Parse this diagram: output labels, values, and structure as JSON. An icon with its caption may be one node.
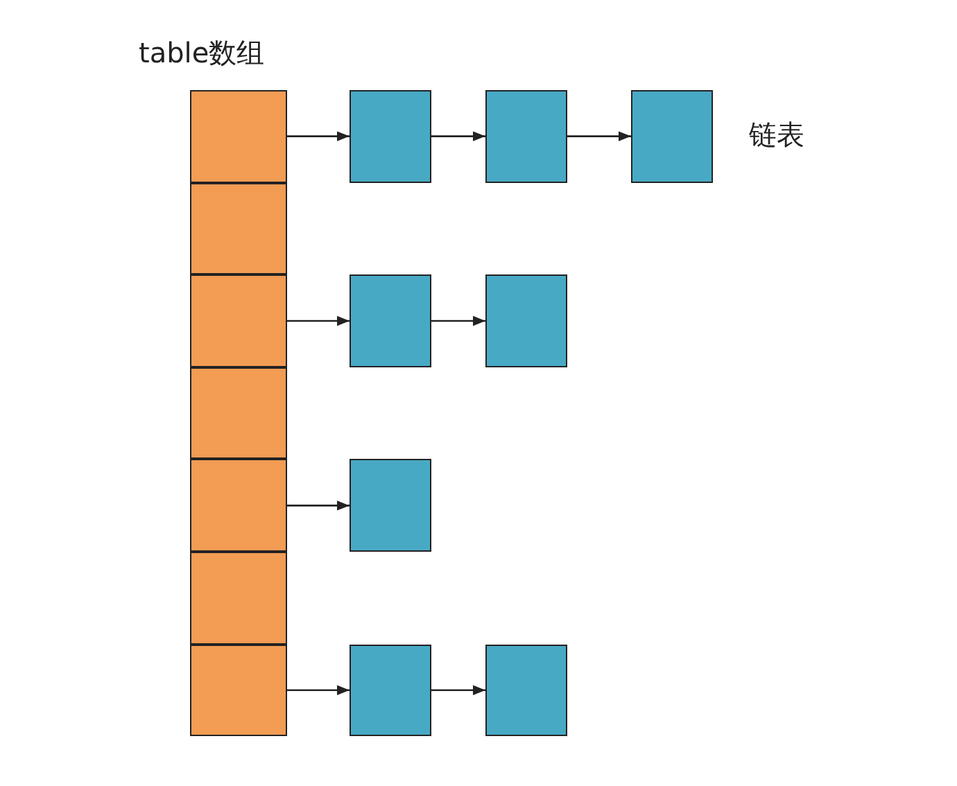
{
  "diagram": {
    "nodes": [
      {
        "text": [],
        "shape": "box"
      },
      {
        "text": [],
        "shape": "box"
      },
      {
        "text": [],
        "shape": "box"
      },
      {
        "text": [],
        "shape": "box"
      },
      {
        "text": [],
        "shape": "box"
      },
      {
        "text": [],
        "shape": "box"
      },
      {
        "text": [],
        "shape": "box"
      },
      {
        "text": [],
        "shape": "box"
      },
      {
        "text": [],
        "shape": "box"
      },
      {
        "text": [],
        "shape": "box"
      },
      {
        "text": [],
        "shape": "box"
      },
      {
        "text": [],
        "shape": "box"
      },
      {
        "text": [],
        "shape": "box"
      },
      {
        "text": [],
        "shape": "box"
      },
      {
        "text": [],
        "shape": "box"
      }
    ],
    "edges": [
      {
        "from": 0,
        "to": 7,
        "arrow": "to"
      },
      {
        "from": 7,
        "to": 8,
        "arrow": "to"
      },
      {
        "from": 8,
        "to": 9,
        "arrow": "to"
      },
      {
        "from": 2,
        "to": 10,
        "arrow": "to"
      },
      {
        "from": 10,
        "to": 11,
        "arrow": "to"
      },
      {
        "from": 4,
        "to": 12,
        "arrow": "to"
      },
      {
        "from": 6,
        "to": 13,
        "arrow": "to"
      },
      {
        "from": 13,
        "to": 14,
        "arrow": "to"
      }
    ],
    "labels": [
      "table数组",
      "链表"
    ]
  }
}
